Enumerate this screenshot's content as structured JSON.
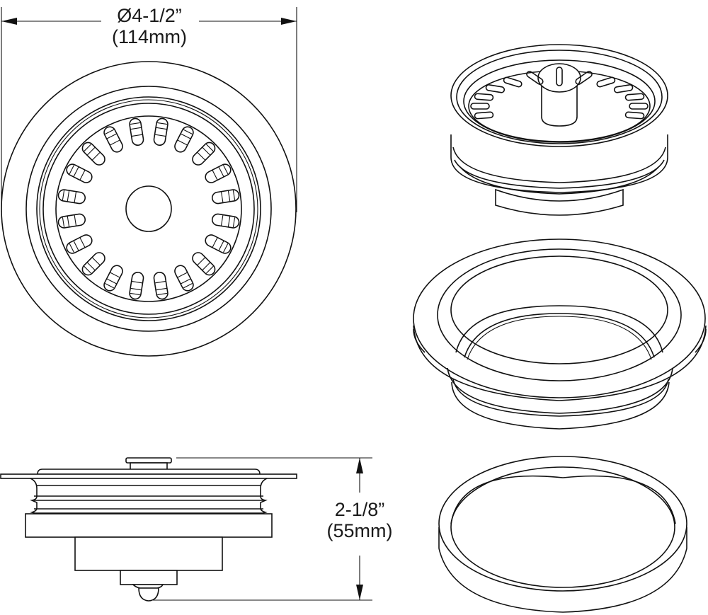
{
  "drawing": {
    "title": "Disposer flange and strainer assembly",
    "line_color": "#111111",
    "background": "#ffffff",
    "views": [
      {
        "id": "top-view",
        "label": "Top view of strainer in flange"
      },
      {
        "id": "side-view",
        "label": "Side elevation of strainer assembly"
      },
      {
        "id": "iso-strainer",
        "label": "Isometric view of strainer basket"
      },
      {
        "id": "iso-flange",
        "label": "Isometric view of sink flange"
      },
      {
        "id": "iso-ring",
        "label": "Isometric view of mounting ring"
      }
    ],
    "strainer_slot_count": 20
  },
  "dimensions": {
    "diameter": {
      "imperial": "Ø4-1/2”",
      "metric": "(114mm)"
    },
    "height": {
      "imperial": "2-1/8”",
      "metric": "(55mm)"
    }
  }
}
